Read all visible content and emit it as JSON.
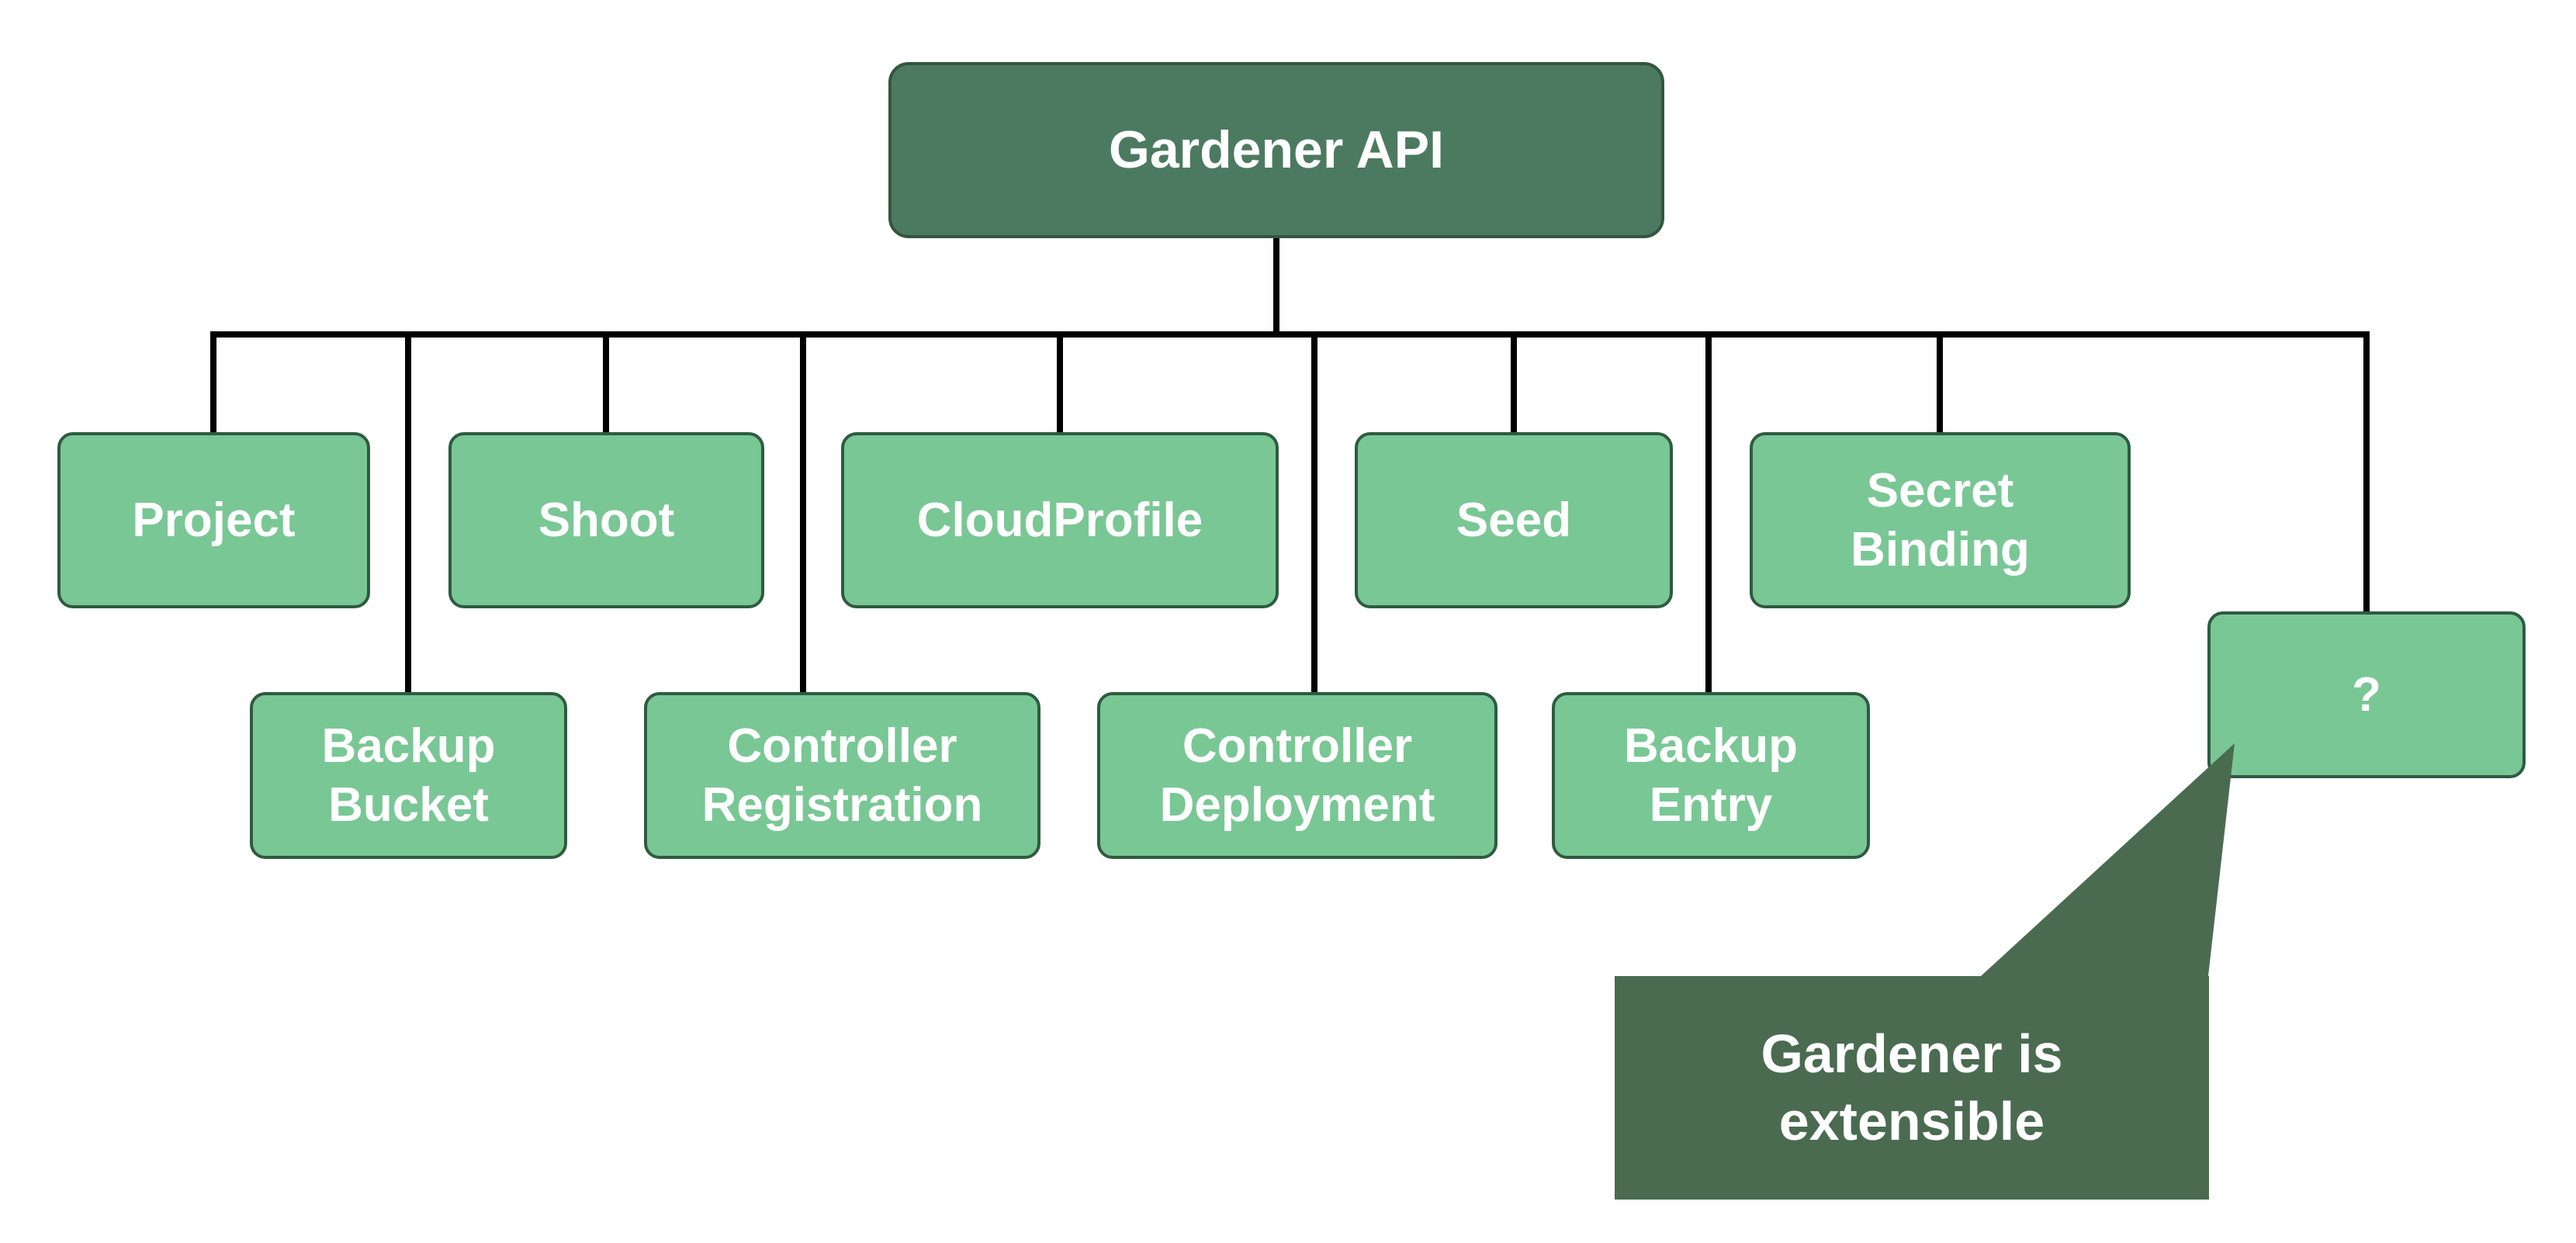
{
  "colors": {
    "dark_green": "#4c7a60",
    "callout_green": "#4a6b50",
    "light_green": "#79c795",
    "node_border": "#2e5b40",
    "line": "#000000",
    "text": "#ffffff",
    "background": "#ffffff"
  },
  "root": {
    "label": "Gardener API"
  },
  "nodes": {
    "project": {
      "label": "Project"
    },
    "shoot": {
      "label": "Shoot"
    },
    "cloudprofile": {
      "label": "CloudProfile"
    },
    "seed": {
      "label": "Seed"
    },
    "secret_binding": {
      "label": "Secret\nBinding"
    },
    "backup_bucket": {
      "label": "Backup\nBucket"
    },
    "controller_registration": {
      "label": "Controller\nRegistration"
    },
    "controller_deployment": {
      "label": "Controller\nDeployment"
    },
    "backup_entry": {
      "label": "Backup\nEntry"
    },
    "unknown": {
      "label": "?"
    }
  },
  "callout": {
    "label": "Gardener is\nextensible"
  }
}
